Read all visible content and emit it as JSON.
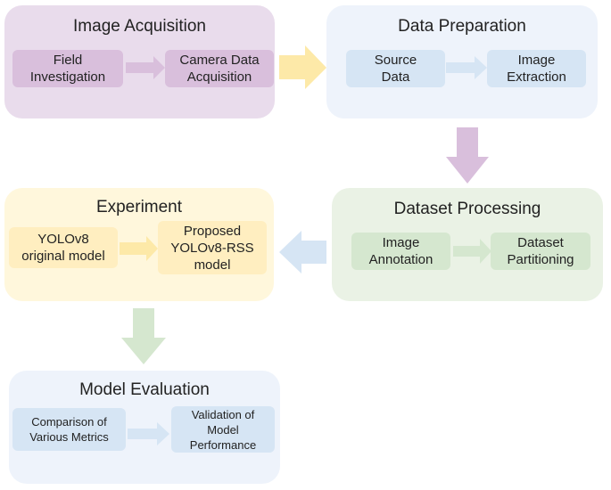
{
  "panels": {
    "acquisition": {
      "title": "Image Acquisition",
      "step1": "Field\nInvestigation",
      "step2": "Camera Data\nAcquisition"
    },
    "preparation": {
      "title": "Data Preparation",
      "step1": "Source\nData",
      "step2": "Image\nExtraction"
    },
    "dataset_processing": {
      "title": "Dataset Processing",
      "step1": "Image\nAnnotation",
      "step2": "Dataset\nPartitioning"
    },
    "experiment": {
      "title": "Experiment",
      "step1": "YOLOv8\noriginal model",
      "step2": "Proposed\nYOLOv8-RSS\nmodel"
    },
    "evaluation": {
      "title": "Model Evaluation",
      "step1": "Comparison of\nVarious Metrics",
      "step2": "Validation of\nModel\nPerformance"
    }
  },
  "colors": {
    "purple_arrow": "#d9bfdc",
    "yellow_arrow": "#fde9a8",
    "blue_arrow": "#d6e5f4",
    "green_arrow": "#d5e7cf"
  }
}
